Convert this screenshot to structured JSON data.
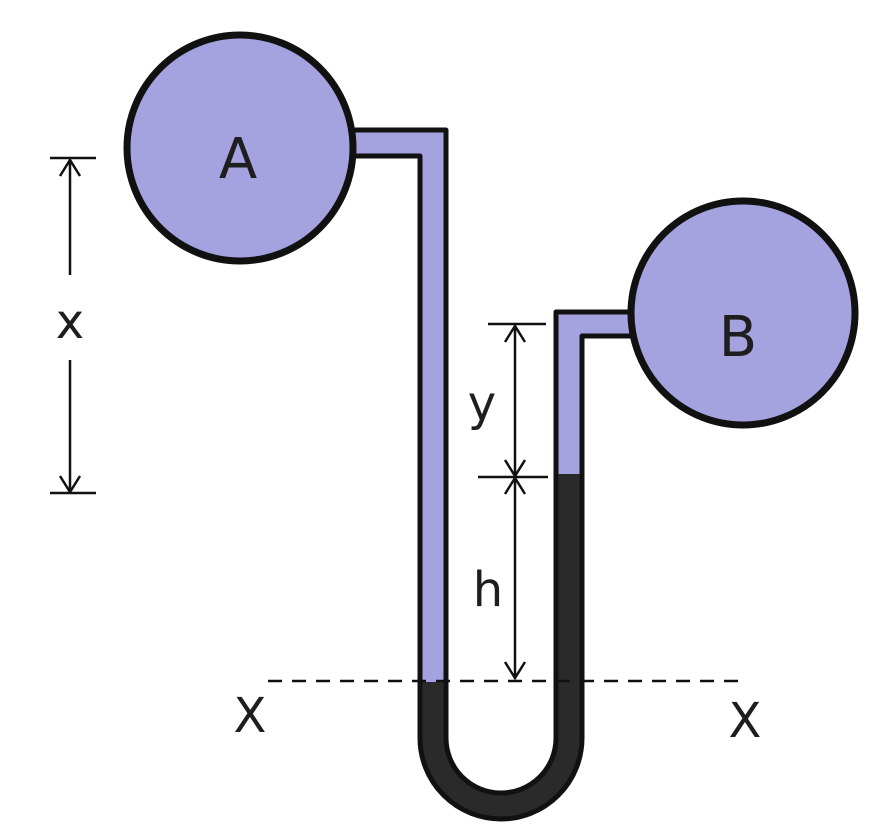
{
  "labels": {
    "vessel_a": "A",
    "vessel_b": "B",
    "dim_x": "x",
    "dim_y": "y",
    "dim_h": "h",
    "datum_left": "X",
    "datum_right": "X"
  },
  "colors": {
    "fluid_light": "#a4a3e0",
    "fluid_heavy": "#2a2a2a",
    "outline": "#111111",
    "background": "#ffffff"
  }
}
